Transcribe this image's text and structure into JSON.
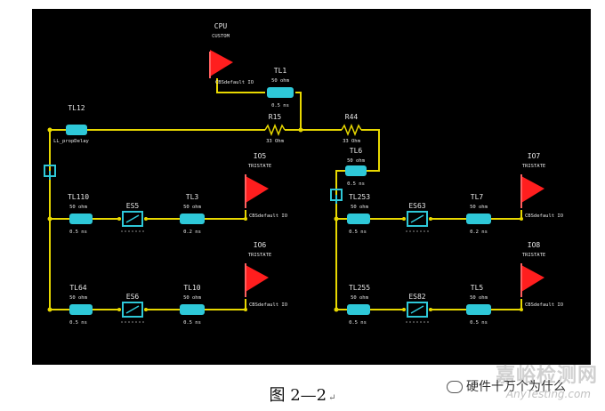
{
  "schematic": {
    "colors": {
      "background": "#000000",
      "wire": "#e8d800",
      "line_element": "#2ec8d8",
      "driver": "#ff1e1e",
      "label": "#e6e6e6"
    },
    "driver_top": {
      "name": "CPU",
      "sub": "CUSTOM",
      "model": "CBSdefault IO"
    },
    "tl1": {
      "name": "TL1",
      "l1": "50 ohm",
      "l2": "0.5 ns"
    },
    "r15": {
      "name": "R15",
      "value": "33 Ohm"
    },
    "r44": {
      "name": "R44",
      "value": "33 Ohm"
    },
    "tl12": {
      "name": "TL12",
      "sub": "LL_propDelay"
    },
    "tl6": {
      "name": "TL6",
      "l1": "50 ohm",
      "l2": "0.5 ns"
    },
    "left": {
      "upper": {
        "tl_a": {
          "name": "TL110",
          "l1": "50 ohm",
          "l2": "0.5 ns"
        },
        "es": {
          "name": "ES5"
        },
        "tl_b": {
          "name": "TL3",
          "l1": "50 ohm",
          "l2": "0.2 ns"
        },
        "ic": {
          "name": "IO5",
          "sub": "TRISTATE",
          "model": "CBSdefault IO"
        }
      },
      "lower": {
        "tl_a": {
          "name": "TL64",
          "l1": "50 ohm",
          "l2": "0.5 ns"
        },
        "es": {
          "name": "ES6"
        },
        "tl_b": {
          "name": "TL10",
          "l1": "50 ohm",
          "l2": "0.5 ns"
        },
        "ic": {
          "name": "IO6",
          "sub": "TRISTATE",
          "model": "CBSdefault IO"
        }
      }
    },
    "right": {
      "upper": {
        "tl_a": {
          "name": "TL253",
          "l1": "50 ohm",
          "l2": "0.5 ns"
        },
        "es": {
          "name": "ES63"
        },
        "tl_b": {
          "name": "TL7",
          "l1": "50 ohm",
          "l2": "0.2 ns"
        },
        "ic": {
          "name": "IO7",
          "sub": "TRISTATE",
          "model": "CBSdefault IO"
        }
      },
      "lower": {
        "tl_a": {
          "name": "TL255",
          "l1": "50 ohm",
          "l2": "0.5 ns"
        },
        "es": {
          "name": "ES82"
        },
        "tl_b": {
          "name": "TL5",
          "l1": "50 ohm",
          "l2": "0.5 ns"
        },
        "ic": {
          "name": "IO8",
          "sub": "TRISTATE",
          "model": "CBSdefault IO"
        }
      }
    }
  },
  "caption": {
    "text": "图 2—2",
    "mark": "↵"
  },
  "watermark": {
    "cn": "嘉峪检测网",
    "en": "AnyTesting.com",
    "wechat": "硬件十万个为什么"
  }
}
